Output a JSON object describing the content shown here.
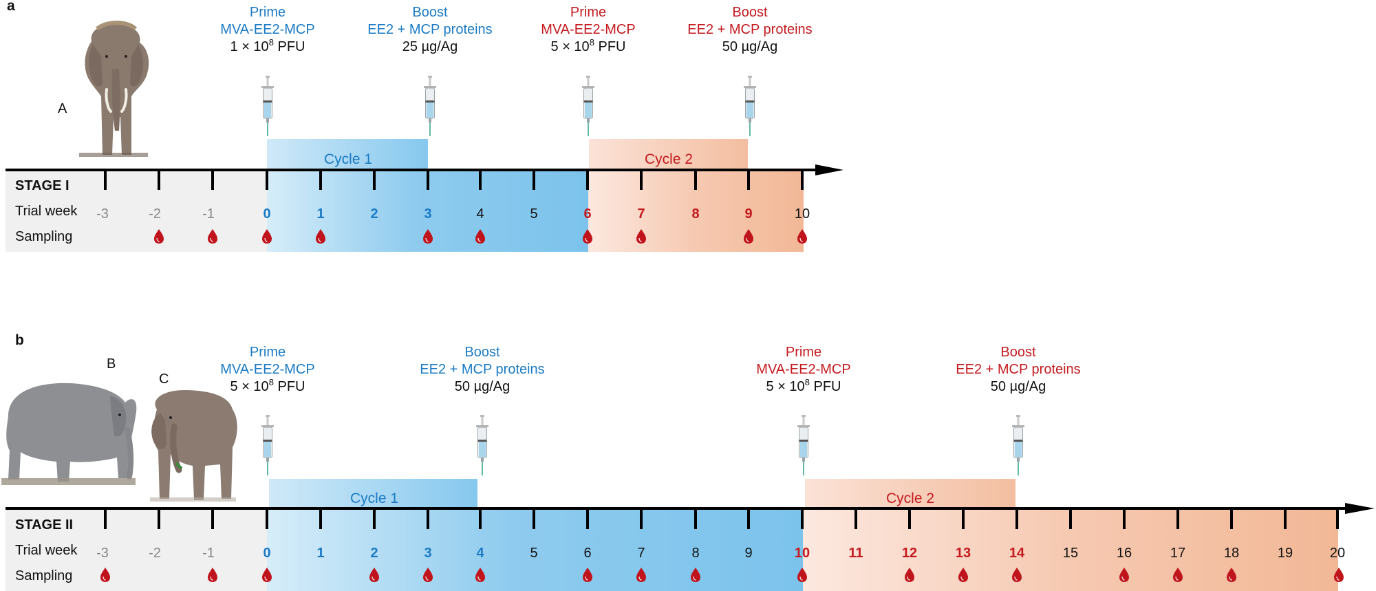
{
  "colors": {
    "blue": "#1a7ac4",
    "red": "#c41a1f",
    "gray": "#888888",
    "black": "#111111",
    "blood": "#c0141c",
    "blueLight": "#d4ecf8",
    "blueDark": "#79c3ec",
    "peachLight": "#fbe4da",
    "peachDark": "#f2b898",
    "stageBg": "#f0f0f0"
  },
  "panels": [
    {
      "letter": "a",
      "stage_label": "STAGE I",
      "trial_week_label": "Trial week",
      "sampling_label": "Sampling",
      "animals": [
        {
          "label": "A",
          "icon": "elephant-icon"
        }
      ],
      "weeks": [
        {
          "w": "-3",
          "c": "gray",
          "b": false
        },
        {
          "w": "-2",
          "c": "gray",
          "b": false
        },
        {
          "w": "-1",
          "c": "gray",
          "b": false
        },
        {
          "w": "0",
          "c": "blue",
          "b": true
        },
        {
          "w": "1",
          "c": "blue",
          "b": true
        },
        {
          "w": "2",
          "c": "blue",
          "b": true
        },
        {
          "w": "3",
          "c": "blue",
          "b": true
        },
        {
          "w": "4",
          "c": "black",
          "b": false
        },
        {
          "w": "5",
          "c": "black",
          "b": false
        },
        {
          "w": "6",
          "c": "red",
          "b": true
        },
        {
          "w": "7",
          "c": "red",
          "b": true
        },
        {
          "w": "8",
          "c": "red",
          "b": true
        },
        {
          "w": "9",
          "c": "red",
          "b": true
        },
        {
          "w": "10",
          "c": "black",
          "b": false
        }
      ],
      "sampling_weeks": [
        "-2",
        "-1",
        "0",
        "1",
        "3",
        "4",
        "6",
        "7",
        "9",
        "10"
      ],
      "cycles": [
        {
          "label": "Cycle 1",
          "start": "0",
          "end": "3",
          "color": "blue"
        },
        {
          "label": "Cycle 2",
          "start": "6",
          "end": "9",
          "color": "red"
        }
      ],
      "injections": [
        {
          "week": "0",
          "type": "Prime",
          "vaccine": "MVA-EE2-MCP",
          "dose": "1 × 10",
          "dose_sup": "8",
          "dose_unit": " PFU",
          "color": "blue"
        },
        {
          "week": "3",
          "type": "Boost",
          "vaccine": "EE2 + MCP proteins",
          "dose": "25 µg/Ag",
          "dose_sup": "",
          "dose_unit": "",
          "color": "blue"
        },
        {
          "week": "6",
          "type": "Prime",
          "vaccine": "MVA-EE2-MCP",
          "dose": "5 × 10",
          "dose_sup": "8",
          "dose_unit": " PFU",
          "color": "red"
        },
        {
          "week": "9",
          "type": "Boost",
          "vaccine": "EE2 + MCP proteins",
          "dose": "50 µg/Ag",
          "dose_sup": "",
          "dose_unit": "",
          "color": "red"
        }
      ]
    },
    {
      "letter": "b",
      "stage_label": "STAGE II",
      "trial_week_label": "Trial week",
      "sampling_label": "Sampling",
      "animals": [
        {
          "label": "B",
          "icon": "elephant-icon"
        },
        {
          "label": "C",
          "icon": "elephant-icon"
        }
      ],
      "weeks": [
        {
          "w": "-3",
          "c": "gray",
          "b": false
        },
        {
          "w": "-2",
          "c": "gray",
          "b": false
        },
        {
          "w": "-1",
          "c": "gray",
          "b": false
        },
        {
          "w": "0",
          "c": "blue",
          "b": true
        },
        {
          "w": "1",
          "c": "blue",
          "b": true
        },
        {
          "w": "2",
          "c": "blue",
          "b": true
        },
        {
          "w": "3",
          "c": "blue",
          "b": true
        },
        {
          "w": "4",
          "c": "blue",
          "b": true
        },
        {
          "w": "5",
          "c": "black",
          "b": false
        },
        {
          "w": "6",
          "c": "black",
          "b": false
        },
        {
          "w": "7",
          "c": "black",
          "b": false
        },
        {
          "w": "8",
          "c": "black",
          "b": false
        },
        {
          "w": "9",
          "c": "black",
          "b": false
        },
        {
          "w": "10",
          "c": "red",
          "b": true
        },
        {
          "w": "11",
          "c": "red",
          "b": true
        },
        {
          "w": "12",
          "c": "red",
          "b": true
        },
        {
          "w": "13",
          "c": "red",
          "b": true
        },
        {
          "w": "14",
          "c": "red",
          "b": true
        },
        {
          "w": "15",
          "c": "black",
          "b": false
        },
        {
          "w": "16",
          "c": "black",
          "b": false
        },
        {
          "w": "17",
          "c": "black",
          "b": false
        },
        {
          "w": "18",
          "c": "black",
          "b": false
        },
        {
          "w": "19",
          "c": "black",
          "b": false
        },
        {
          "w": "20",
          "c": "black",
          "b": false
        }
      ],
      "sampling_weeks": [
        "-3",
        "-1",
        "0",
        "2",
        "3",
        "4",
        "6",
        "7",
        "8",
        "10",
        "12",
        "13",
        "14",
        "16",
        "17",
        "18",
        "20"
      ],
      "cycles": [
        {
          "label": "Cycle 1",
          "start": "0",
          "end": "4",
          "color": "blue"
        },
        {
          "label": "Cycle 2",
          "start": "10",
          "end": "14",
          "color": "red"
        }
      ],
      "injections": [
        {
          "week": "0",
          "type": "Prime",
          "vaccine": "MVA-EE2-MCP",
          "dose": "5 × 10",
          "dose_sup": "8",
          "dose_unit": " PFU",
          "color": "blue"
        },
        {
          "week": "4",
          "type": "Boost",
          "vaccine": "EE2 + MCP proteins",
          "dose": "50 µg/Ag",
          "dose_sup": "",
          "dose_unit": "",
          "color": "blue"
        },
        {
          "week": "10",
          "type": "Prime",
          "vaccine": "MVA-EE2-MCP",
          "dose": "5 × 10",
          "dose_sup": "8",
          "dose_unit": " PFU",
          "color": "red"
        },
        {
          "week": "14",
          "type": "Boost",
          "vaccine": "EE2 + MCP proteins",
          "dose": "50 µg/Ag",
          "dose_sup": "",
          "dose_unit": "",
          "color": "red"
        }
      ]
    }
  ]
}
